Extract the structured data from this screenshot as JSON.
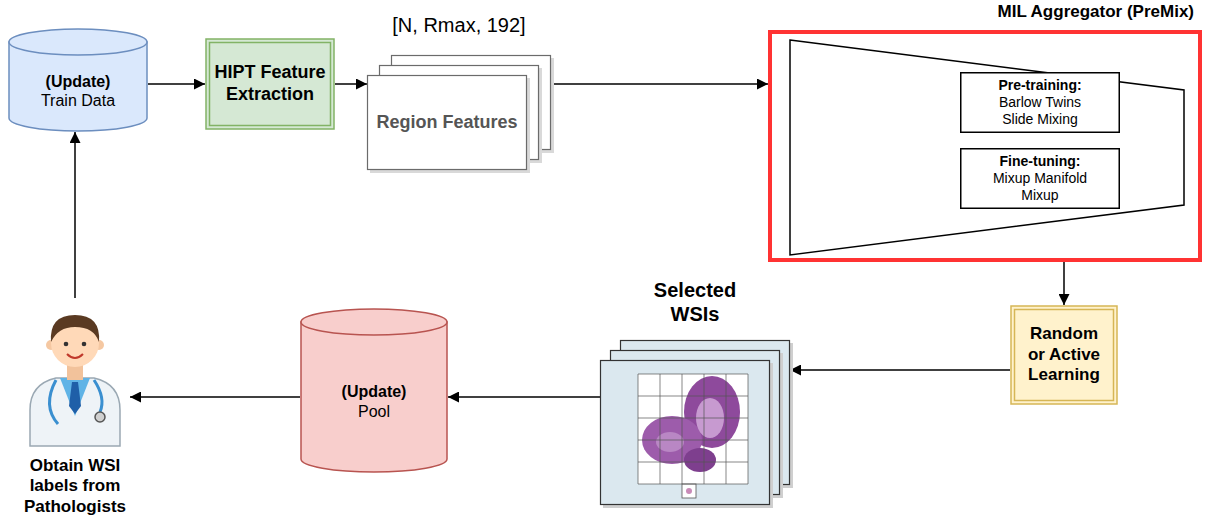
{
  "diagram": {
    "nodes": [
      {
        "text": [
          "(Update)",
          "Train Data"
        ]
      },
      {
        "text": [
          "HIPT Feature Extraction"
        ]
      },
      {
        "text": [
          "[N, Rmax, 192]",
          "Region Features"
        ]
      },
      {
        "text": [
          "MIL Aggregator (PreMix)"
        ]
      },
      {
        "text": [
          "Pre-training:",
          "Barlow Twins Slide Mixing"
        ],
        "in": 3
      },
      {
        "text": [
          "Fine-tuning:",
          "Mixup Manifold Mixup"
        ],
        "in": 3
      },
      {
        "text": [
          "Random or Active Learning"
        ]
      },
      {
        "text": [
          "Selected WSIs"
        ]
      },
      {
        "text": [
          "(Update)",
          "Pool"
        ]
      },
      {
        "text": [
          "Obtain WSI labels from Pathologists"
        ]
      }
    ],
    "edges": [
      {
        "from": 0,
        "to": 1,
        "arrow": "to"
      },
      {
        "from": 1,
        "to": 2,
        "arrow": "to"
      },
      {
        "from": 2,
        "to": 3,
        "arrow": "to"
      },
      {
        "from": 3,
        "to": 6,
        "arrow": "to"
      },
      {
        "from": 6,
        "to": 7,
        "arrow": "to"
      },
      {
        "from": 7,
        "to": 8,
        "arrow": "to"
      },
      {
        "from": 8,
        "to": 9,
        "arrow": "to"
      },
      {
        "from": 9,
        "to": 0,
        "arrow": "to"
      }
    ]
  }
}
